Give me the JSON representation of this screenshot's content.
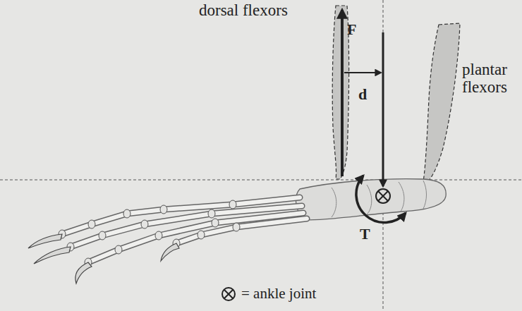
{
  "diagram": {
    "labels": [
      "dorsal flexors",
      "F",
      "d",
      "plantar flexors",
      "T"
    ],
    "legend": [
      {
        "text": "= ankle joint"
      }
    ]
  }
}
